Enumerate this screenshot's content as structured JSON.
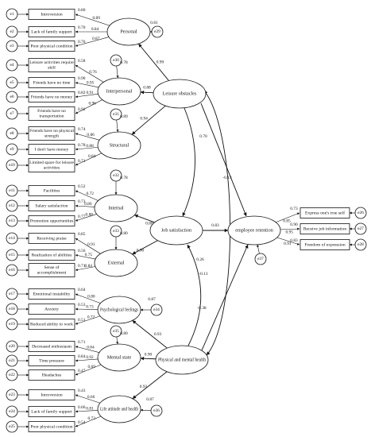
{
  "latents": {
    "personal": "Personal",
    "interpersonal": "Interpersonal",
    "structural": "Structural",
    "leisure": "Leisure obstacles",
    "internal": "Internal",
    "external": "External",
    "job": "Job satisfaction",
    "employee": "employee retention",
    "psych": "Psychological feelings",
    "mental": "Mental state",
    "life": "Life attitude and health",
    "physical": "Physical and mental health"
  },
  "errors": [
    "e1",
    "e2",
    "e3",
    "e4",
    "e5",
    "e6",
    "e7",
    "e8",
    "e9",
    "e10",
    "e11",
    "e12",
    "e13",
    "e14",
    "e15",
    "e16",
    "e17",
    "e18",
    "e19",
    "e20",
    "e21",
    "e22",
    "e23",
    "e24",
    "e25",
    "e26",
    "e27",
    "e28",
    "e29",
    "e30",
    "e31",
    "e32",
    "e33",
    "e34",
    "e35",
    "e36",
    "e37"
  ],
  "indicators": {
    "i1": [
      "Introversion"
    ],
    "i2": [
      "Lack of family support"
    ],
    "i3": [
      "Poor physical condition"
    ],
    "i4": [
      "Leisure activities require",
      "skill"
    ],
    "i5": [
      "Friends have no time"
    ],
    "i6": [
      "Friends have no money"
    ],
    "i7": [
      "Friends have no",
      "transportation"
    ],
    "i8": [
      "Friends have no physical",
      "strength"
    ],
    "i9": [
      "I don't have money"
    ],
    "i10": [
      "Limited space for leisure",
      "activities"
    ],
    "i11": [
      "Facilities"
    ],
    "i12": [
      "Salary satisfaction"
    ],
    "i13": [
      "Promotion opportunities"
    ],
    "i14": [
      "Receiving praise"
    ],
    "i15": [
      "Realization of abilities"
    ],
    "i16": [
      "Sense of",
      "accomplishment"
    ],
    "i17": [
      "Emotional instability"
    ],
    "i18": [
      "Anxiety"
    ],
    "i19": [
      "Reduced ability to work"
    ],
    "i20": [
      "Decreased enthusiasm"
    ],
    "i21": [
      "Time pressure"
    ],
    "i22": [
      "Headaches"
    ],
    "i23": [
      "Introversion"
    ],
    "i24": [
      "Lack of family support"
    ],
    "i25": [
      "Poor physical condition"
    ],
    "i26": [
      "Express one's true self"
    ],
    "i27": [
      "Receive job information"
    ],
    "i28": [
      "Freedom of expression"
    ]
  },
  "r2": {
    "i1": "0.80",
    "i2": "0.70",
    "i3": "0.76",
    "i4": "0.58",
    "i5": "0.90",
    "i6": "0.82",
    "i7": "0.92",
    "i8": "0.74",
    "i9": "0.78",
    "i10": "0.71",
    "i11": "0.52",
    "i12": "0.73",
    "i13": "0.77",
    "i14": "0.85",
    "i15": "0.56",
    "i16": "0.71",
    "i17": "0.64",
    "i18": "0.53",
    "i19": "0.51",
    "i20": "0.71",
    "i21": "0.84",
    "i22": "0.47",
    "i23": "0.43",
    "i24": "0.66",
    "i25": "0.54",
    "i26": "0.73",
    "i27": "0.90",
    "i28": "0.83",
    "personal": "0.81",
    "interpersonal": "0.78",
    "structural": "0.89",
    "internal": "0.78",
    "external": "0.80",
    "psych": "0.87",
    "mental": "0.80",
    "life": "0.87"
  },
  "loadings": {
    "i1": "0.89",
    "i2": "0.84",
    "i3": "0.87",
    "i4": "0.76",
    "i5": "0.95",
    "i6": "0.91",
    "i7": "0.96",
    "i8": "0.86",
    "i9": "0.88",
    "i10": "0.84",
    "i11": "0.72",
    "i12": "0.86",
    "i13": "0.88",
    "i14": "0.91",
    "i15": "0.75",
    "i16": "0.84",
    "i17": "0.80",
    "i18": "0.73",
    "i19": "0.72",
    "i20": "0.84",
    "i21": "0.92",
    "i22": "0.69",
    "i23": "0.66",
    "i24": "0.81",
    "i25": "0.73",
    "i26": "0.85",
    "i27": "0.95",
    "i28": "0.91"
  },
  "paths": {
    "personal": "0.90",
    "interpersonal": "0.88",
    "structural": "0.94",
    "internal": "0.88",
    "external": "0.90",
    "psych": "0.93",
    "mental": "0.90",
    "life": "0.93",
    "leisure_job": "0.70",
    "leisure_emp": "-0.13",
    "job_emp": "0.83",
    "phys_job": "0.26",
    "phys_job2": "-0.13",
    "phys_emp": "-0.38"
  }
}
